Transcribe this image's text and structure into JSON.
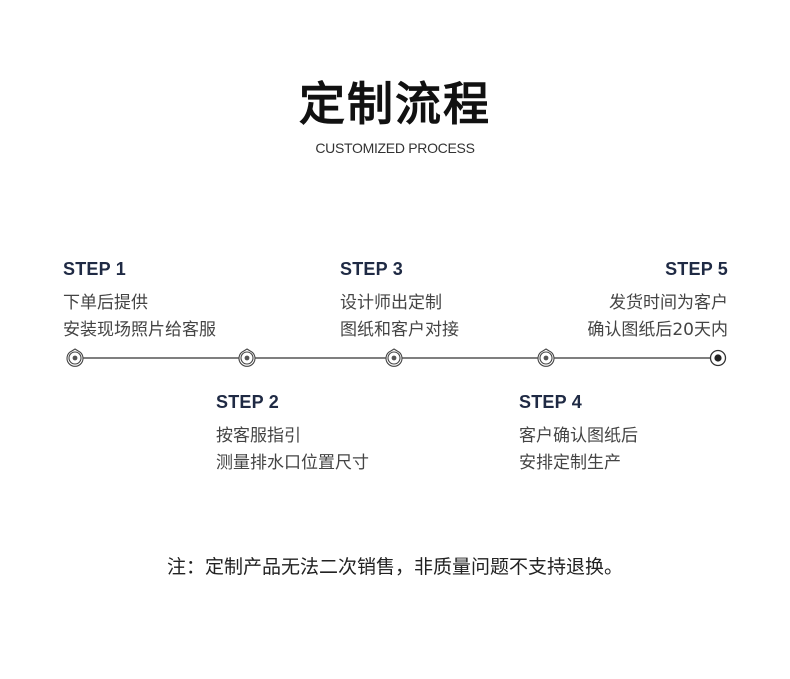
{
  "header": {
    "title": "定制流程",
    "subtitle": "CUSTOMIZED PROCESS"
  },
  "steps": [
    {
      "label": "STEP 1",
      "lines": [
        "下单后提供",
        "安装现场照片给客服"
      ]
    },
    {
      "label": "STEP 2",
      "lines": [
        "按客服指引",
        "测量排水口位置尺寸"
      ]
    },
    {
      "label": "STEP 3",
      "lines": [
        "设计师出定制",
        "图纸和客户对接"
      ]
    },
    {
      "label": "STEP 4",
      "lines": [
        "客户确认图纸后",
        "安排定制生产"
      ]
    },
    {
      "label": "STEP 5",
      "lines": [
        "发货时间为客户",
        "确认图纸后20天内"
      ]
    }
  ],
  "timeline": {
    "nodes": [
      "map-pin-icon",
      "map-pin-icon",
      "map-pin-icon",
      "map-pin-icon",
      "target-dot-icon"
    ],
    "line_color": "#333333",
    "accent_color": "#1f2a44"
  },
  "footer": {
    "note": "注：定制产品无法二次销售，非质量问题不支持退换。"
  }
}
